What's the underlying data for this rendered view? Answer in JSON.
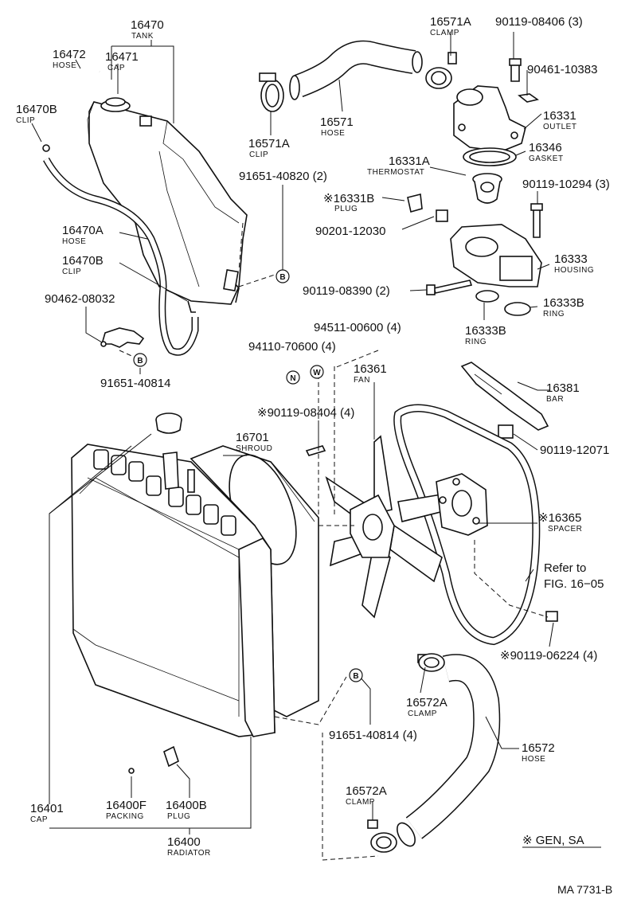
{
  "drawing_code": "MA 7731-B",
  "legend": "※ GEN, SA",
  "markers": {
    "b": "B",
    "n": "N",
    "w": "W"
  },
  "labels": [
    {
      "pn": "16470",
      "sub": "TANK"
    },
    {
      "pn": "16472",
      "sub": "HOSE"
    },
    {
      "pn": "16471",
      "sub": "CAP"
    },
    {
      "pn": "16470B",
      "sub": "CLIP"
    },
    {
      "pn": "16571A",
      "sub": "CLAMP"
    },
    {
      "pn": "90119-08406 (3)",
      "sub": ""
    },
    {
      "pn": "90461-10383",
      "sub": ""
    },
    {
      "pn": "16331",
      "sub": "OUTLET"
    },
    {
      "pn": "16571",
      "sub": "HOSE"
    },
    {
      "pn": "16571A",
      "sub": "CLIP"
    },
    {
      "pn": "16346",
      "sub": "GASKET"
    },
    {
      "pn": "16331A",
      "sub": "THERMOSTAT"
    },
    {
      "pn": "91651-40820 (2)",
      "sub": ""
    },
    {
      "pn": "90119-10294 (3)",
      "sub": ""
    },
    {
      "pn": "※16331B",
      "sub": "PLUG"
    },
    {
      "pn": "90201-12030",
      "sub": ""
    },
    {
      "pn": "16470A",
      "sub": "HOSE"
    },
    {
      "pn": "16470B",
      "sub": "CLIP"
    },
    {
      "pn": "16333",
      "sub": "HOUSING"
    },
    {
      "pn": "90119-08390 (2)",
      "sub": ""
    },
    {
      "pn": "16333B",
      "sub": "RING"
    },
    {
      "pn": "90462-08032",
      "sub": ""
    },
    {
      "pn": "16333B",
      "sub": "RING"
    },
    {
      "pn": "94511-00600 (4)",
      "sub": ""
    },
    {
      "pn": "94110-70600 (4)",
      "sub": ""
    },
    {
      "pn": "16361",
      "sub": "FAN"
    },
    {
      "pn": "91651-40814",
      "sub": ""
    },
    {
      "pn": "16381",
      "sub": "BAR"
    },
    {
      "pn": "※90119-08404 (4)",
      "sub": ""
    },
    {
      "pn": "16701",
      "sub": "SHROUD"
    },
    {
      "pn": "90119-12071",
      "sub": ""
    },
    {
      "pn": "※16365",
      "sub": "SPACER"
    },
    {
      "pn": "Refer to",
      "sub": ""
    },
    {
      "pn": "FIG. 16−05",
      "sub": ""
    },
    {
      "pn": "※90119-06224 (4)",
      "sub": ""
    },
    {
      "pn": "16572A",
      "sub": "CLAMP"
    },
    {
      "pn": "91651-40814 (4)",
      "sub": ""
    },
    {
      "pn": "16572",
      "sub": "HOSE"
    },
    {
      "pn": "16572A",
      "sub": "CLAMP"
    },
    {
      "pn": "16401",
      "sub": "CAP"
    },
    {
      "pn": "16400F",
      "sub": "PACKING"
    },
    {
      "pn": "16400B",
      "sub": "PLUG"
    },
    {
      "pn": "16400",
      "sub": "RADIATOR"
    }
  ]
}
